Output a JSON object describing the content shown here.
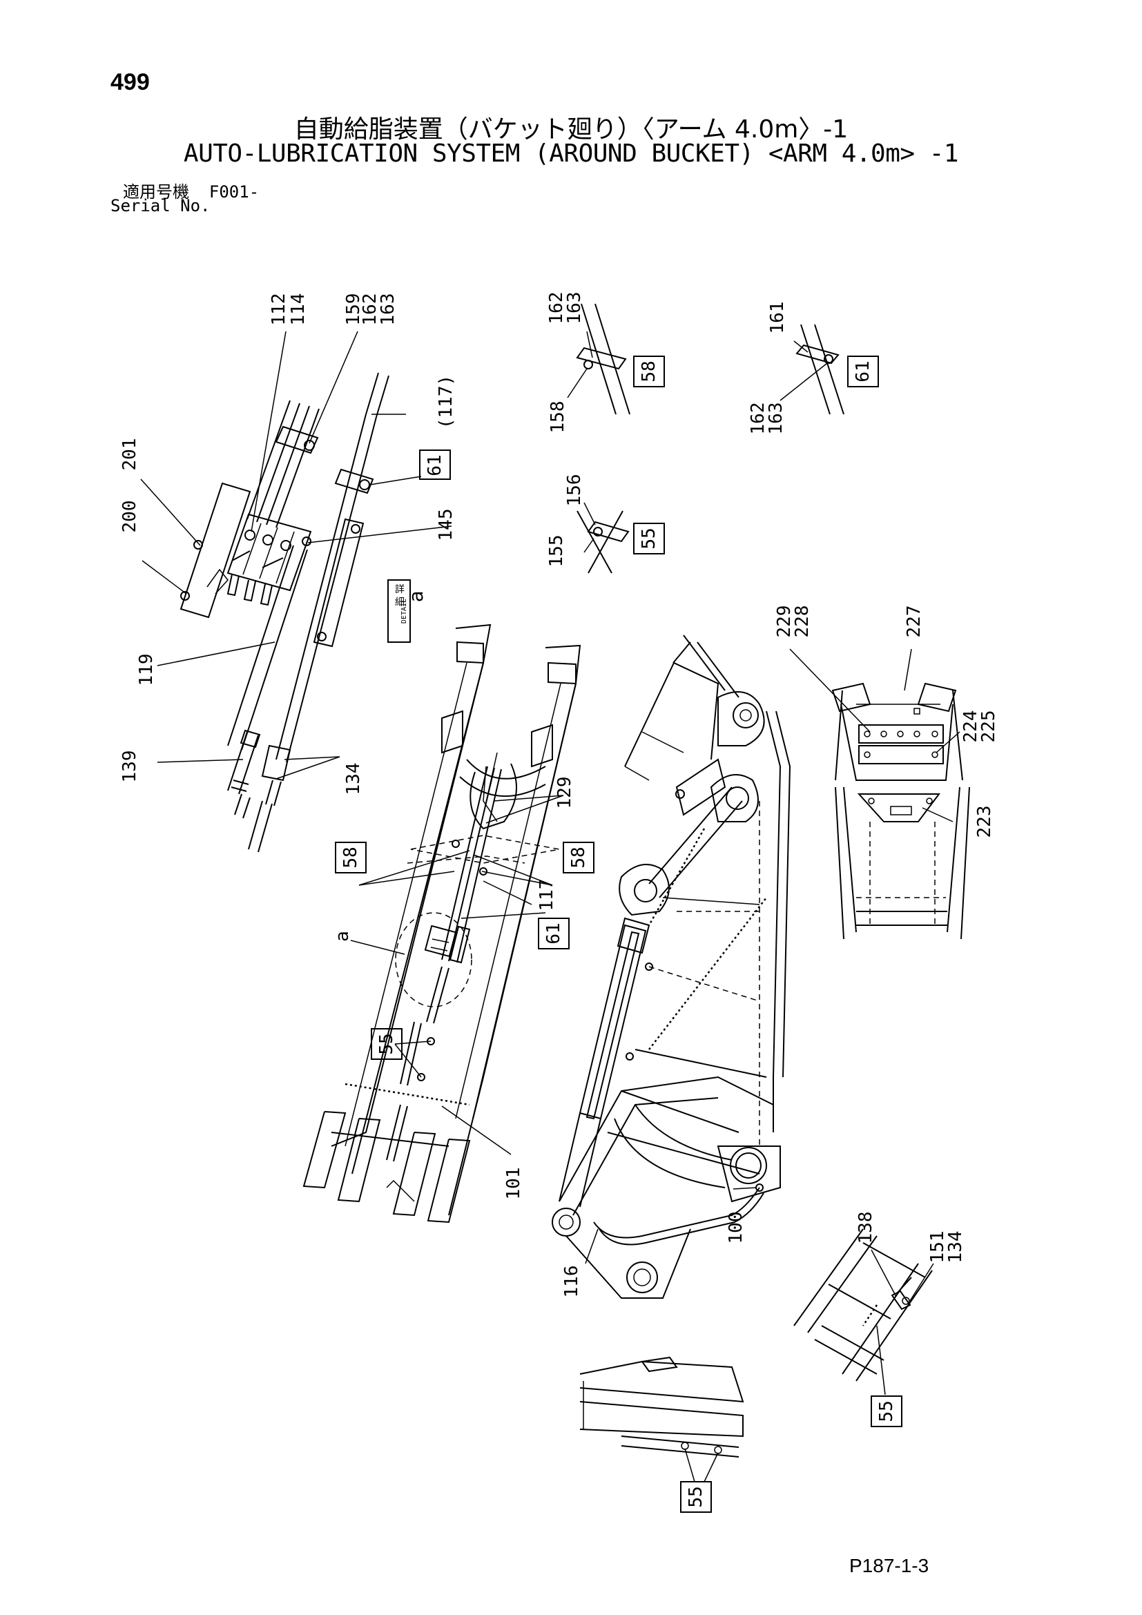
{
  "page": {
    "number": "499",
    "title_jp": "自動給脂装置（バケット廻り）〈アーム 4.0m〉-1",
    "title_en": "AUTO-LUBRICATION SYSTEM (AROUND BUCKET) <ARM 4.0m> -1",
    "serial_label_jp": "適用号機",
    "serial_value": "F001-",
    "serial_label_en": "Serial No.",
    "page_code": "P187-1-3"
  },
  "detail": {
    "kanji": "詳 細",
    "en": "DETAIL",
    "letter": "a"
  },
  "callouts": {
    "c200": "200",
    "c201": "201",
    "c112": "112",
    "c114": "114",
    "c159": "159",
    "c162a": "162",
    "c163a": "163",
    "c117p": "(117)",
    "c145": "145",
    "c119": "119",
    "c139": "139",
    "c134a": "134",
    "c162b": "162",
    "c163b": "163",
    "c158": "158",
    "c161": "161",
    "c162c": "162",
    "c163c": "163",
    "c156": "156",
    "c155": "155",
    "c229": "229",
    "c228": "228",
    "c227": "227",
    "c224": "224",
    "c225": "225",
    "c223": "223",
    "c129": "129",
    "c117": "117",
    "c_a": "a",
    "c101": "101",
    "c100": "100",
    "c116": "116",
    "c138": "138",
    "c151": "151",
    "c134b": "134"
  },
  "boxes": {
    "b61a": "61",
    "b58a": "58",
    "b61b": "61",
    "b55a": "55",
    "b58b": "58",
    "b58c": "58",
    "b61c": "61",
    "b55b": "55",
    "b55c": "55",
    "b55d": "55"
  }
}
